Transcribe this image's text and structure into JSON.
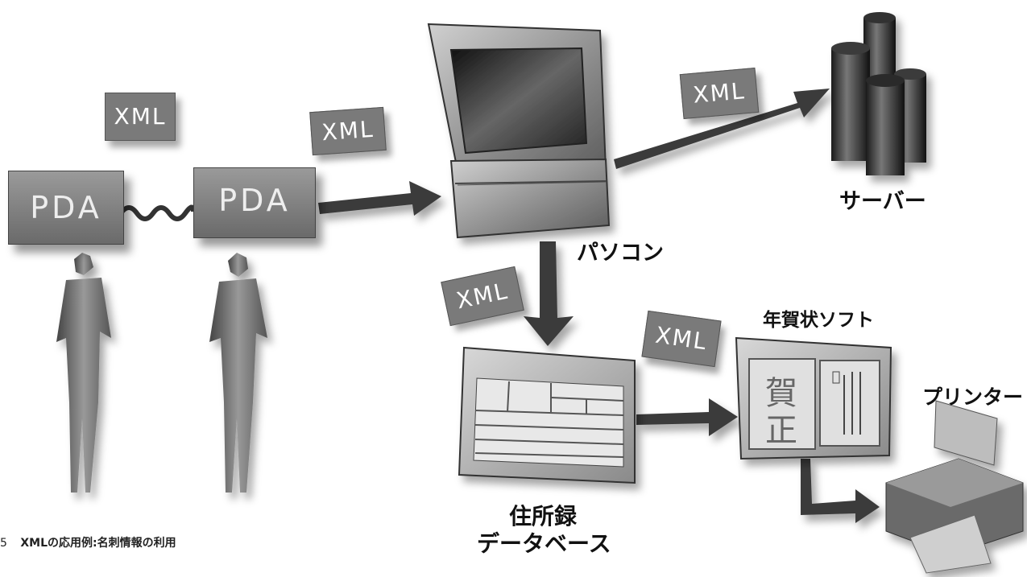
{
  "diagram": {
    "pda_label": "PDA",
    "xml_label": "XML",
    "pc_label": "パソコン",
    "server_label": "サーバー",
    "db_label_line1": "住所録",
    "db_label_line2": "データベース",
    "nenga_label": "年賀状ソフト",
    "printer_label": "プリンター",
    "card_chars": [
      "賀",
      "正"
    ],
    "caption_num": "5",
    "caption_text": "XMLの応用例:名刺情報の利用"
  }
}
